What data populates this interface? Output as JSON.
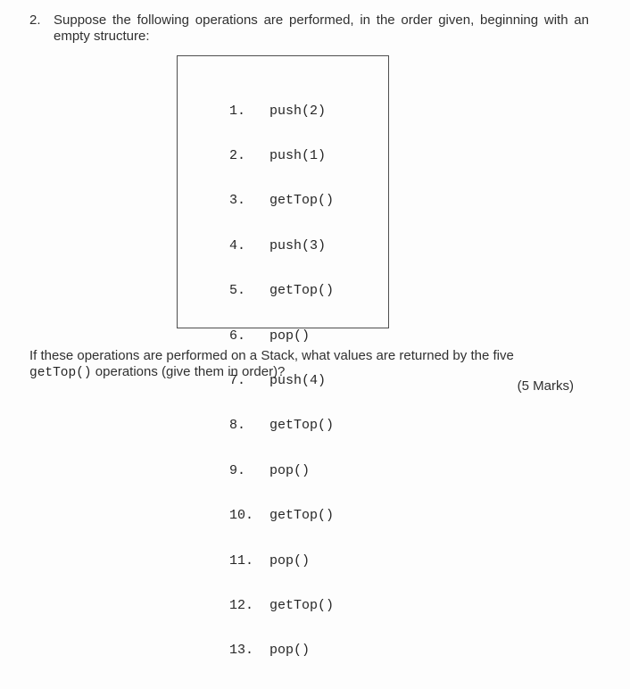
{
  "page": {
    "background": "#fdfdfd",
    "text_color": "#303030",
    "mono_text_color": "#262626",
    "box_border_color": "#4e4e4e"
  },
  "question": {
    "number": "2.",
    "intro_line1": "Suppose the following operations are performed, in the order given, beginning with an",
    "intro_line2": "empty structure:"
  },
  "operations": [
    {
      "num": "1.",
      "op": "push(2)"
    },
    {
      "num": "2.",
      "op": "push(1)"
    },
    {
      "num": "3.",
      "op": "getTop()"
    },
    {
      "num": "4.",
      "op": "push(3)"
    },
    {
      "num": "5.",
      "op": "getTop()"
    },
    {
      "num": "6.",
      "op": "pop()"
    },
    {
      "num": "7.",
      "op": "push(4)"
    },
    {
      "num": "8.",
      "op": "getTop()"
    },
    {
      "num": "9.",
      "op": "pop()"
    },
    {
      "num": "10.",
      "op": "getTop()"
    },
    {
      "num": "11.",
      "op": "pop()"
    },
    {
      "num": "12.",
      "op": "getTop()"
    },
    {
      "num": "13.",
      "op": "pop()"
    }
  ],
  "footer": {
    "line1_before_code": "If these operations are performed on a Stack, what values are returned by the five ",
    "code": "getTop()",
    "line2": "operations (give them in order)?",
    "marks": "(5 Marks)"
  }
}
